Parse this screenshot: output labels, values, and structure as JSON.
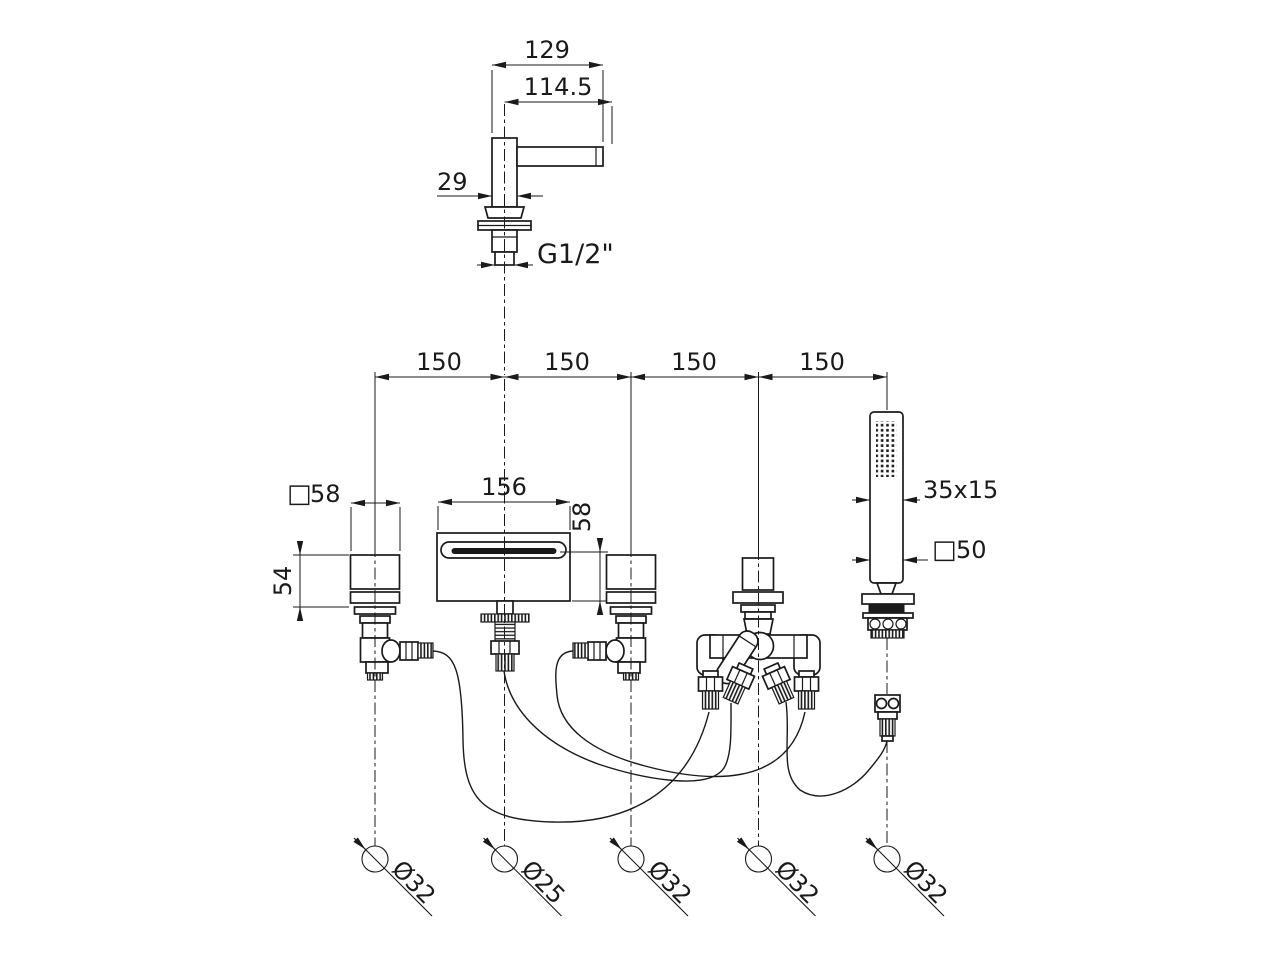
{
  "dims": {
    "top_view": {
      "total_reach": "129",
      "spout_reach": "114.5",
      "body_width": "29",
      "thread": "G1/2\""
    },
    "spacing": [
      "150",
      "150",
      "150",
      "150"
    ],
    "handle": {
      "square_symbol": "□",
      "size": "58",
      "height": "54"
    },
    "spout": {
      "width": "156",
      "height": "58"
    },
    "handshower": {
      "section": "35x15",
      "square_symbol": "□",
      "escutcheon": "50"
    },
    "holes": [
      "Ø32",
      "Ø25",
      "Ø32",
      "Ø32",
      "Ø32"
    ]
  }
}
